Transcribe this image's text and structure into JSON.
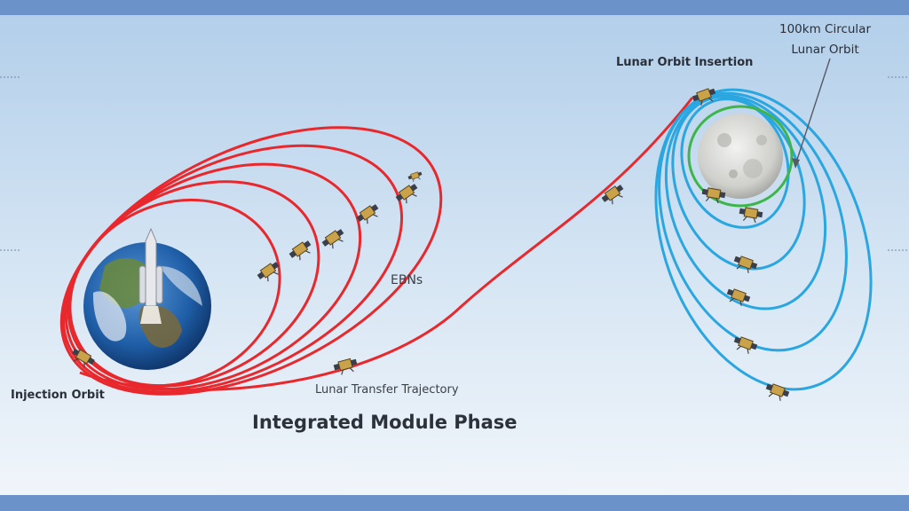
{
  "labels": {
    "injection_orbit": "Injection Orbit",
    "ebns": "EBNs",
    "lunar_transfer_trajectory": "Lunar Transfer Trajectory",
    "phase_title": "Integrated Module Phase",
    "lunar_orbit_insertion": "Lunar Orbit Insertion",
    "circular_orbit_line1": "100km Circular",
    "circular_orbit_line2": "Lunar Orbit"
  },
  "colors": {
    "earth_orbits": "#e8282d",
    "lunar_orbits": "#2aa6e0",
    "final_orbit": "#3cb54a",
    "frame_band": "#6b93c9",
    "sky_top": "#b9d3ec",
    "sky_bottom": "#eef4fa"
  }
}
